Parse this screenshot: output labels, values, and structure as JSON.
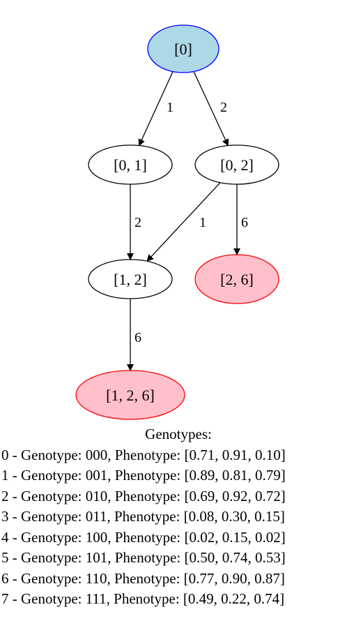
{
  "graph": {
    "nodes": [
      {
        "id": "n0",
        "label": "[0]",
        "kind": "root"
      },
      {
        "id": "n01",
        "label": "[0, 1]",
        "kind": "normal"
      },
      {
        "id": "n02",
        "label": "[0, 2]",
        "kind": "normal"
      },
      {
        "id": "n12",
        "label": "[1, 2]",
        "kind": "normal"
      },
      {
        "id": "n26",
        "label": "[2, 6]",
        "kind": "terminal"
      },
      {
        "id": "n126",
        "label": "[1, 2, 6]",
        "kind": "terminal"
      }
    ],
    "edges": [
      {
        "from": "n0",
        "to": "n01",
        "label": "1"
      },
      {
        "from": "n0",
        "to": "n02",
        "label": "2"
      },
      {
        "from": "n01",
        "to": "n12",
        "label": "2"
      },
      {
        "from": "n02",
        "to": "n12",
        "label": "1"
      },
      {
        "from": "n02",
        "to": "n26",
        "label": "6"
      },
      {
        "from": "n12",
        "to": "n126",
        "label": "6"
      }
    ],
    "colors": {
      "root_fill": "#add8e6",
      "root_stroke": "#0000ff",
      "terminal_fill": "#ffc0cb",
      "terminal_stroke": "#ff0000",
      "normal_fill": "#ffffff",
      "normal_stroke": "#000000",
      "edge": "#000000"
    }
  },
  "legend": {
    "title": "Genotypes:",
    "rows": [
      "0 - Genotype: 000, Phenotype: [0.71, 0.91, 0.10]",
      "1 - Genotype: 001, Phenotype: [0.89, 0.81, 0.79]",
      "2 - Genotype: 010, Phenotype: [0.69, 0.92, 0.72]",
      "3 - Genotype: 011, Phenotype: [0.08, 0.30, 0.15]",
      "4 - Genotype: 100, Phenotype: [0.02, 0.15, 0.02]",
      "5 - Genotype: 101, Phenotype: [0.50, 0.74, 0.53]",
      "6 - Genotype: 110, Phenotype: [0.77, 0.90, 0.87]",
      "7 - Genotype: 111, Phenotype: [0.49, 0.22, 0.74]"
    ]
  }
}
